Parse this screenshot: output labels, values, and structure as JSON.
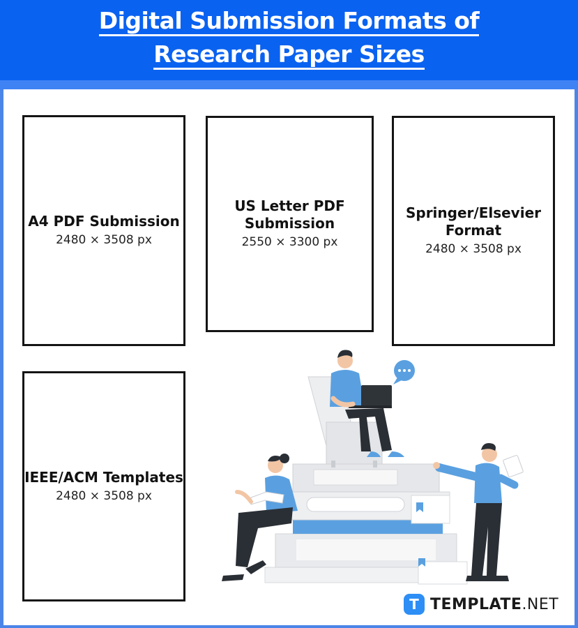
{
  "header": {
    "title_line1": "Digital Submission Formats of",
    "title_line2": "Research Paper Sizes"
  },
  "cards": [
    {
      "name": "A4 PDF Submission",
      "size": "2480 × 3508 px"
    },
    {
      "name_line1": "US Letter PDF",
      "name_line2": "Submission",
      "size": "2550 × 3300 px"
    },
    {
      "name_line1": "Springer/Elsevier",
      "name_line2": "Format",
      "size": "2480 × 3508 px"
    },
    {
      "name": "IEEE/ACM Templates",
      "size": "2480 × 3508 px"
    }
  ],
  "logo": {
    "badge": "T",
    "bold": "TEMPLATE",
    "suffix": ".NET"
  },
  "colors": {
    "header": "#0a62f0",
    "accent": "#3f82f4",
    "figure_blue": "#5aa0e0"
  },
  "illustration": {
    "icon": "people-reading-on-books-illustration"
  }
}
